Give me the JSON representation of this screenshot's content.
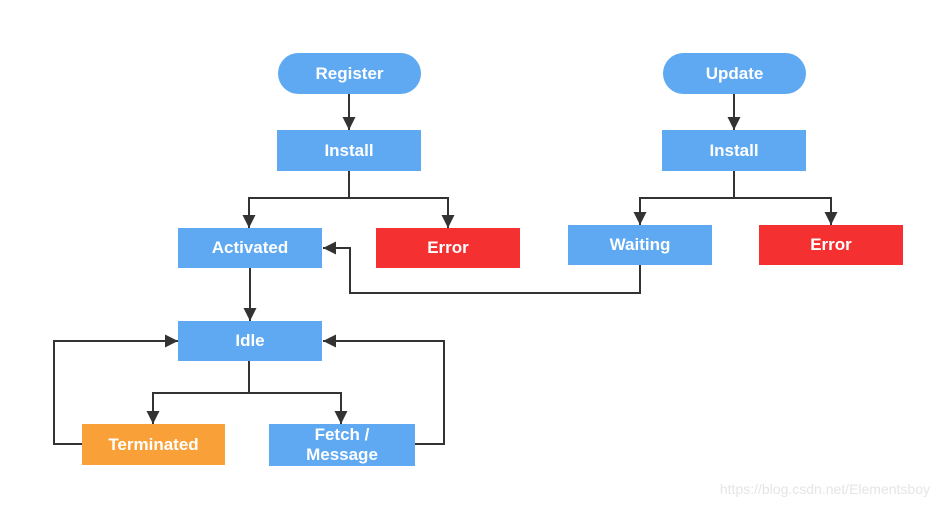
{
  "diagram": {
    "type": "flowchart",
    "colors": {
      "blue": "#5ea9f1",
      "red": "#f53030",
      "orange": "#f9a138",
      "arrow": "#333333",
      "label": "#ffffff",
      "watermark": "#e5e5e5",
      "bg": "#ffffff"
    },
    "nodes": {
      "register": {
        "label": "Register",
        "shape": "pill",
        "color": "blue"
      },
      "install_left": {
        "label": "Install",
        "shape": "rect",
        "color": "blue"
      },
      "update": {
        "label": "Update",
        "shape": "pill",
        "color": "blue"
      },
      "install_right": {
        "label": "Install",
        "shape": "rect",
        "color": "blue"
      },
      "activated": {
        "label": "Activated",
        "shape": "rect",
        "color": "blue"
      },
      "error_left": {
        "label": "Error",
        "shape": "rect",
        "color": "red"
      },
      "waiting": {
        "label": "Waiting",
        "shape": "rect",
        "color": "blue"
      },
      "error_right": {
        "label": "Error",
        "shape": "rect",
        "color": "red"
      },
      "idle": {
        "label": "Idle",
        "shape": "rect",
        "color": "blue"
      },
      "terminated": {
        "label": "Terminated",
        "shape": "rect",
        "color": "orange"
      },
      "fetch_message": {
        "label": "Fetch / Message",
        "shape": "rect",
        "color": "blue"
      }
    },
    "edges": [
      {
        "from": "register",
        "to": "install_left"
      },
      {
        "from": "update",
        "to": "install_right"
      },
      {
        "from": "install_left",
        "to": "activated"
      },
      {
        "from": "install_left",
        "to": "error_left"
      },
      {
        "from": "install_right",
        "to": "waiting"
      },
      {
        "from": "install_right",
        "to": "error_right"
      },
      {
        "from": "waiting",
        "to": "activated"
      },
      {
        "from": "activated",
        "to": "idle"
      },
      {
        "from": "idle",
        "to": "terminated"
      },
      {
        "from": "idle",
        "to": "fetch_message"
      },
      {
        "from": "terminated",
        "to": "idle"
      },
      {
        "from": "fetch_message",
        "to": "idle"
      }
    ],
    "watermark": "https://blog.csdn.net/Elementsboy"
  }
}
